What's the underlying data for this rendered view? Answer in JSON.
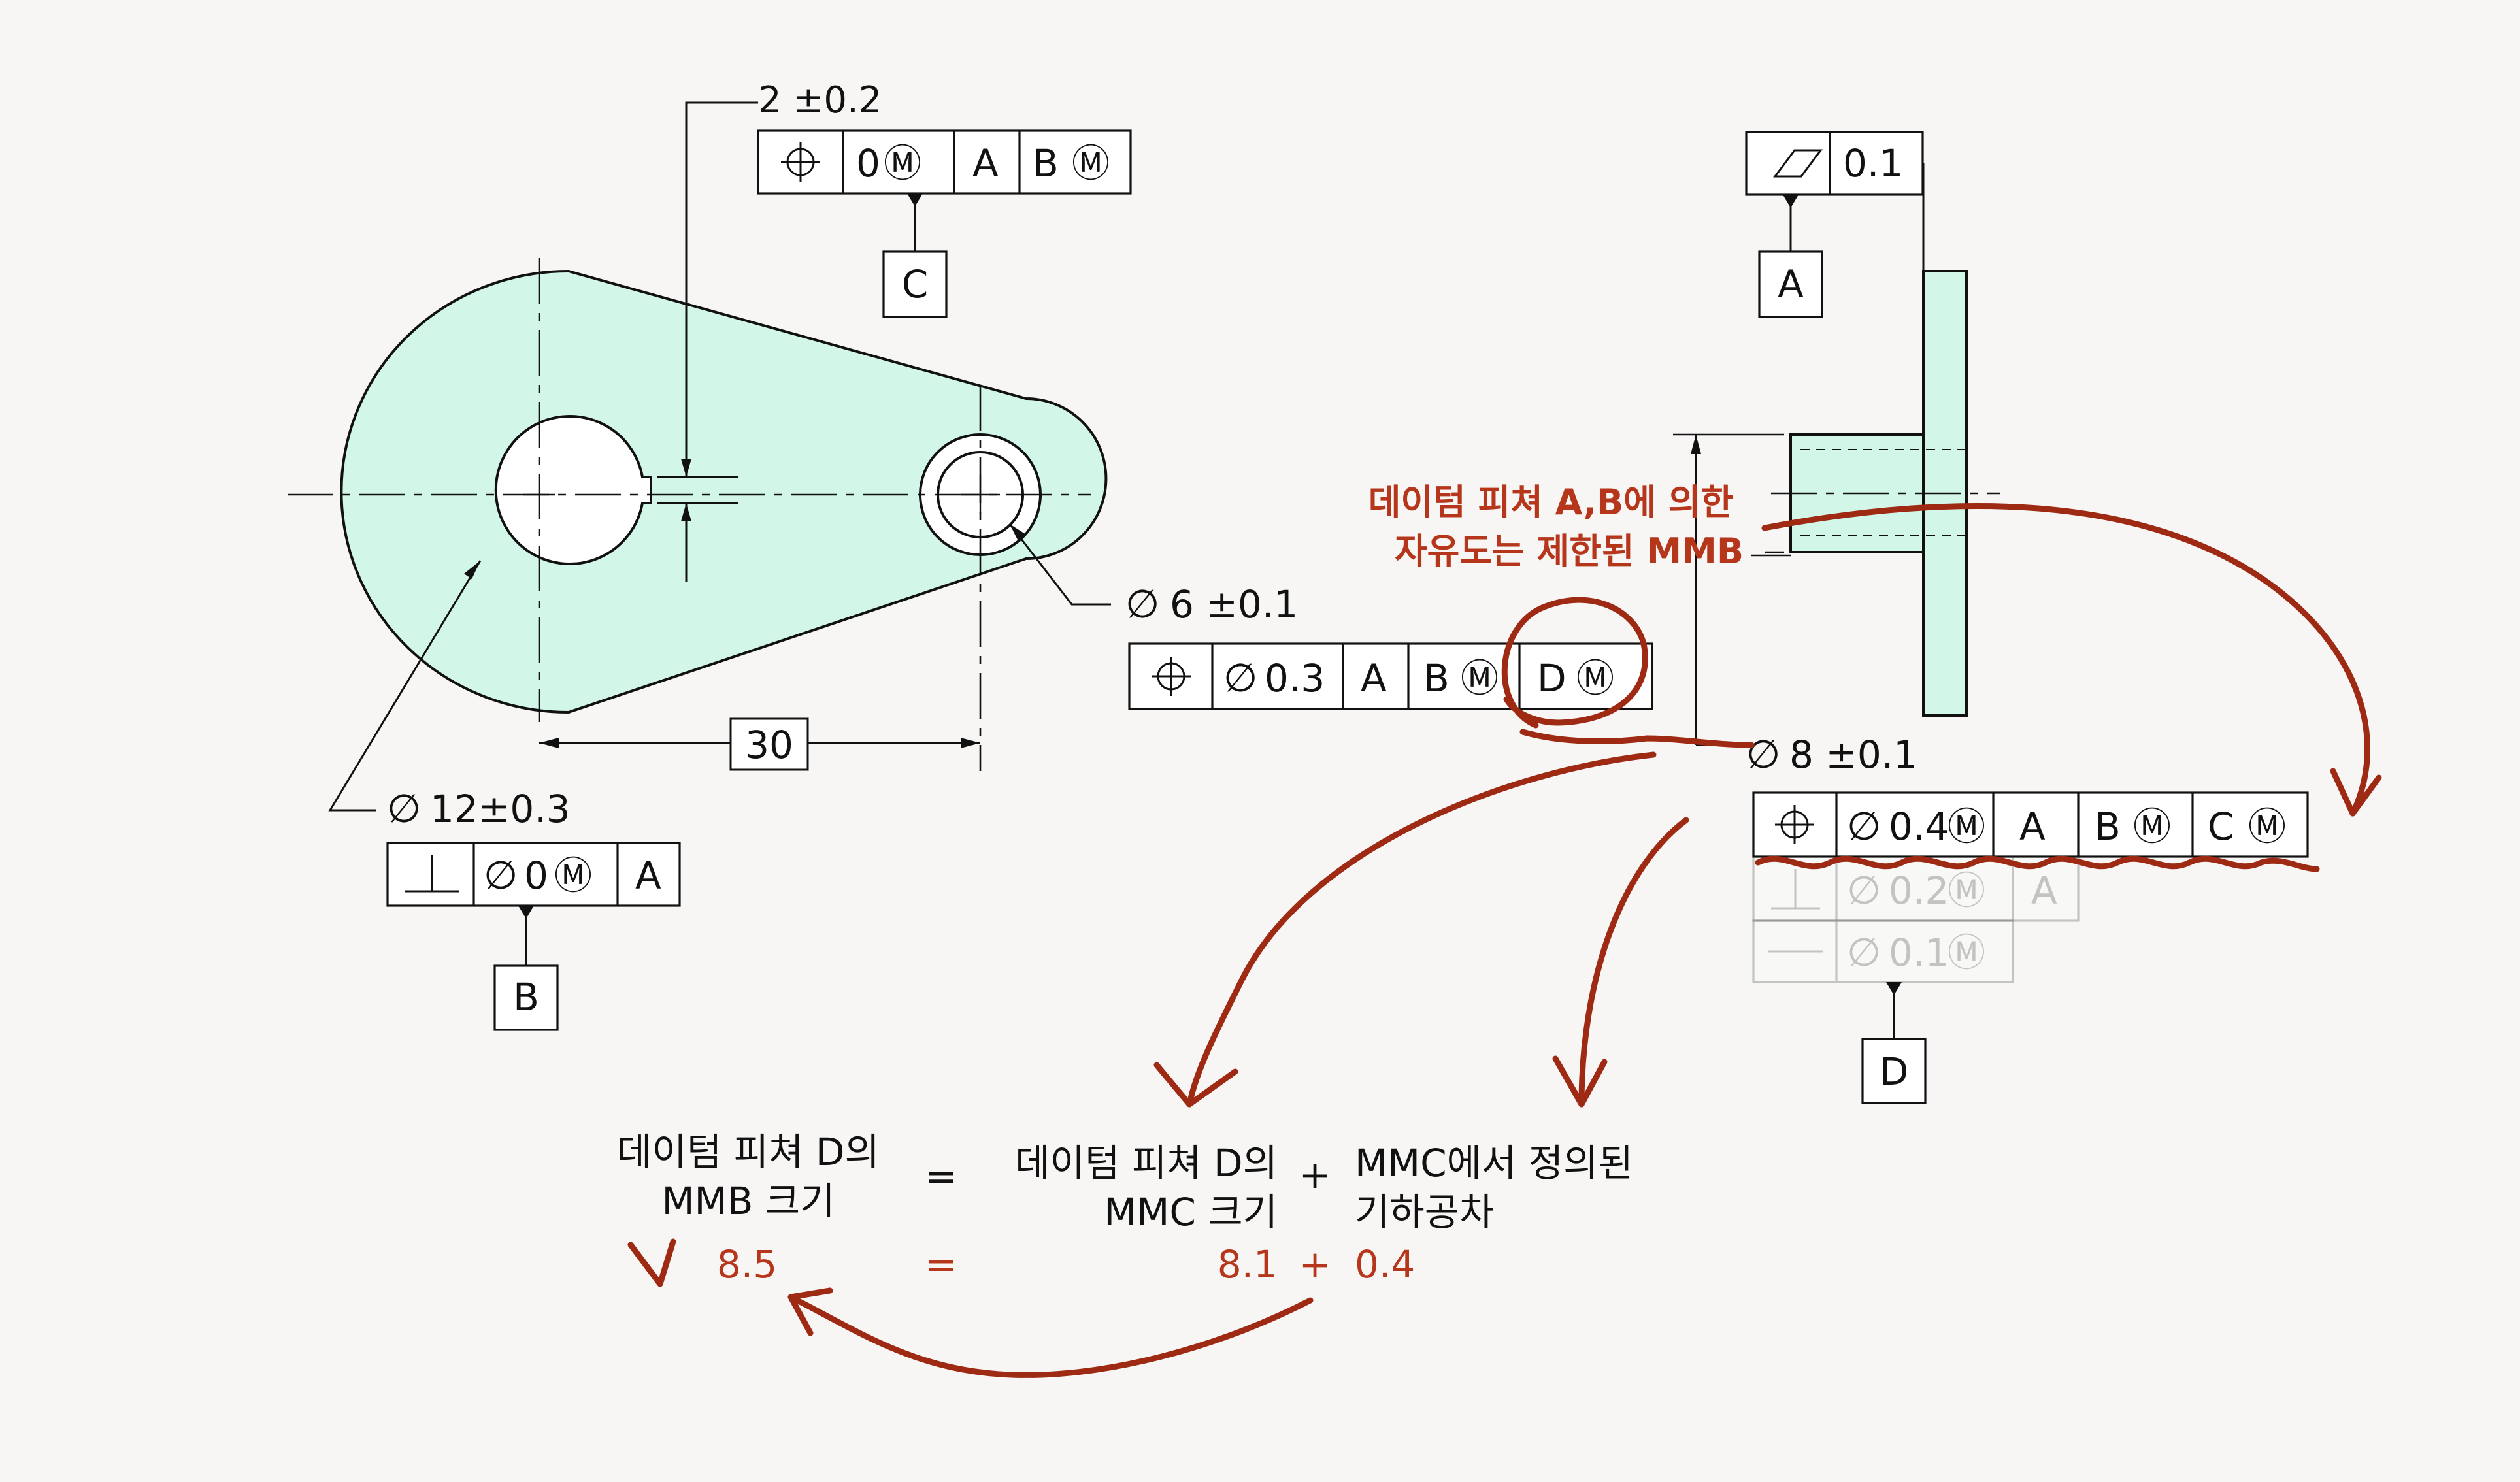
{
  "colors": {
    "part_fill": "#d2f7e8",
    "annotation_red": "#b5361b",
    "background": "#f7f6f5",
    "line": "#111111"
  },
  "symbols": {
    "diameter": "∅",
    "mmc": "Ⓜ",
    "position": "position-icon",
    "perpendicularity": "perpendicularity-icon",
    "flatness": "flatness-icon",
    "straightness": "straightness-icon"
  },
  "left_view": {
    "key_dim": "2 ±0.2",
    "key_fcf": {
      "tolerance": "0",
      "mod": "Ⓜ",
      "datum1": "A",
      "datum2": "B",
      "datum2_mod": "Ⓜ"
    },
    "key_datum": "C",
    "small_hole_dim": "6 ±0.1",
    "small_hole_fcf": {
      "tolerance": "0.3",
      "datum1": "A",
      "datum2": "B",
      "datum2_mod": "Ⓜ",
      "datum3": "D",
      "datum3_mod": "Ⓜ"
    },
    "spacing_dim": "30",
    "bore_dim": "12±0.3",
    "bore_fcf": {
      "tolerance": "0",
      "mod": "Ⓜ",
      "datum1": "A"
    },
    "bore_datum": "B"
  },
  "right_view": {
    "face_fcf_tol": "0.1",
    "face_datum": "A",
    "boss_dim": "8 ±0.1",
    "boss_fcf": {
      "tolerance": "0.4",
      "mod": "Ⓜ",
      "datum1": "A",
      "datum2": "B",
      "datum2_mod": "Ⓜ",
      "datum3": "C",
      "datum3_mod": "Ⓜ"
    },
    "boss_fcf_faded1": {
      "tolerance": "0.2",
      "mod": "Ⓜ",
      "datum1": "A"
    },
    "boss_fcf_faded2": {
      "tolerance": "0.1",
      "mod": "Ⓜ"
    },
    "boss_datum": "D",
    "note_line1": "데이텀 피쳐 A,B에 의한",
    "note_line2": "자유도는 제한된 MMB"
  },
  "equation": {
    "lhs_line1": "데이텀 피쳐 D의",
    "lhs_line2": "MMB 크기",
    "eq": "=",
    "term1_line1": "데이텀 피쳐 D의",
    "term1_line2": "MMC 크기",
    "plus": "+",
    "term2_line1": "MMC에서 정의된",
    "term2_line2": "기하공차",
    "val_lhs": "8.5",
    "val_eq": "=",
    "val_term1": "8.1",
    "val_plus": "+",
    "val_term2": "0.4"
  }
}
